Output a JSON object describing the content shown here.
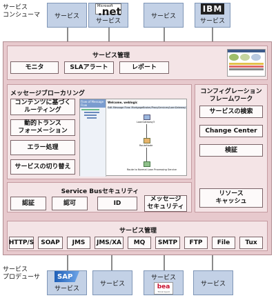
{
  "consumers": {
    "label": "サービス\nコンシューマ",
    "services": [
      {
        "label": "サービス",
        "logo": "none"
      },
      {
        "label": "サービス",
        "logo": ".net"
      },
      {
        "label": "サービス",
        "logo": "none"
      },
      {
        "label": "サービス",
        "logo": "IBM"
      }
    ]
  },
  "producers": {
    "label": "サービス\nプロデューサ",
    "services": [
      {
        "label": "サービス",
        "logo": "SAP"
      },
      {
        "label": "サービス",
        "logo": "none"
      },
      {
        "label": "サービス",
        "logo": "bea"
      },
      {
        "label": "サービス",
        "logo": "none"
      }
    ],
    "bea_tagline": "Think liquid"
  },
  "logos": {
    "net_small": "Microsoft",
    "net": ".net",
    "ibm": "IBM",
    "sap": "SAP",
    "bea": "bea"
  },
  "service_management_top": {
    "title": "サービス管理",
    "buttons": [
      "モニタ",
      "SLAアラート",
      "レポート"
    ]
  },
  "message_brokering": {
    "title": "メッセージブローカリング",
    "buttons": [
      "コンテンツに基づく\nルーティング",
      "動的トランス\nフォーメーション",
      "エラー処理",
      "サービスの切り替え"
    ],
    "screenshot": {
      "tree_title": "Flow of Message Flow",
      "welcome": "Welcome, weblogic",
      "edit_title": "Edit Message Flow: MortgageBroker/ProxyServices/LoanGateway3",
      "nodes": [
        "LoanGateway3",
        "RouteNode",
        "Route to Normal Loan Processing Service"
      ]
    }
  },
  "config_framework": {
    "title": "コンフィグレーション\nフレームワーク",
    "buttons": [
      "サービスの検索",
      "Change Center",
      "検証"
    ],
    "resource_cache": "リソース\nキャッシュ"
  },
  "security": {
    "title": "Service Busセキュリティ",
    "buttons": [
      "認証",
      "認可",
      "ID",
      "メッセージ\nセキュリティ"
    ]
  },
  "service_management_bottom": {
    "title": "サービス管理",
    "protocols": [
      "HTTP/S",
      "SOAP",
      "JMS",
      "JMS/XA",
      "MQ",
      "SMTP",
      "FTP",
      "File",
      "Tux"
    ]
  },
  "colors": {
    "service_box": "#c3d1e6",
    "outer_panel": "#e7c9cd",
    "inner_frame": "#f4e4e6",
    "button": "#fdfafa"
  }
}
